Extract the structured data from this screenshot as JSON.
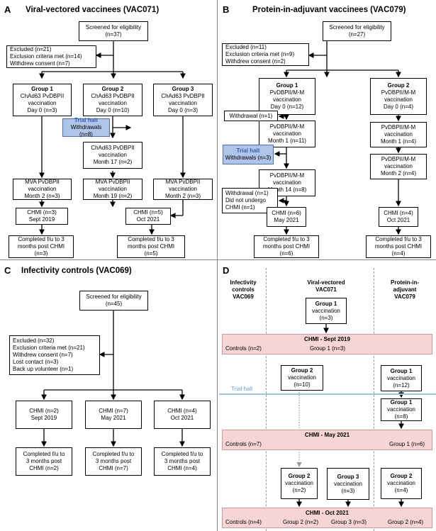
{
  "panelA": {
    "letter": "A",
    "title": "Viral-vectored vaccinees (VAC071)",
    "screened": "Screened for eligibility\n(n=37)",
    "excluded": "Excluded (n=21)\n    Exclusion criteria met (n=14)\n    Withdrew consent (n=7)",
    "g1_title": "Group 1",
    "g1_body": "ChAd63 PvDBPII\nvaccination\nDay 0 (n=3)",
    "g2_title": "Group 2",
    "g2_body": "ChAd63 PvDBPII\nvaccination\nDay 0 (n=10)",
    "g3_title": "Group 3",
    "g3_body": "ChAd63 PvDBPII\nvaccination\nDay 0 (n=3)",
    "halt_title": "Trial halt",
    "halt_body": "Withdrawals (n=8)",
    "g2_m17": "ChAd63 PvDBPII\nvaccination\nMonth 17 (n=2)",
    "g1_mva": "MVA PvDBPII\nvaccination\nMonth 2 (n=3)",
    "g2_mva": "MVA PvDBPII\nvaccination\nMonth 19 (n=2)",
    "g3_mva": "MVA PvDBPII\nvaccination\nMonth 2 (n=3)",
    "chmi1": "CHMI (n=3)\nSept 2019",
    "chmi2": "CHMI (n=5)\nOct 2021",
    "comp1": "Completed f/u to 3\nmonths post CHMI\n(n=3)",
    "comp2": "Completed f/u to 3\nmonths post CHMI\n(n=5)"
  },
  "panelB": {
    "letter": "B",
    "title": "Protein-in-adjuvant vaccinees (VAC079)",
    "screened": "Screened for eligibility\n(n=27)",
    "excluded": "Excluded (n=11)\n    Exclusion criteria met (n=9)\n    Withdrew consent (n=2)",
    "g1_title": "Group 1",
    "g1_body": "PvDBPII/M-M\nvaccination\nDay 0 (n=12)",
    "g2_title": "Group 2",
    "g2_body": "PvDBPII/M-M\nvaccination\nDay 0 (n=4)",
    "withdrawal1": "Withdrawal (n=1)",
    "g1_m1": "PvDBPII/M-M\nvaccination\nMonth 1 (n=11)",
    "g2_m1": "PvDBPII/M-M\nvaccination\nMonth 1 (n=4)",
    "halt_title": "Trial halt",
    "halt_body": "Withdrawals (n=3)",
    "g2_m2": "PvDBPII/M-M\nvaccination\nMonth 2 (n=4)",
    "g1_m14": "PvDBPII/M-M\nvaccination\nMonth 14 (n=8)",
    "withdrawal2": "Withdrawal (n=1)\nDid not undergo\nCHMI (n=1)",
    "chmi1": "CHMI (n=6)\nMay 2021",
    "chmi2": "CHMI (n=4)\nOct 2021",
    "comp1": "Completed f/u to 3\nmonths post CHMI\n(n=6)",
    "comp2": "Completed f/u to 3\nmonths post CHMI\n(n=4)"
  },
  "panelC": {
    "letter": "C",
    "title": "Infectivity controls (VAC069)",
    "screened": "Screened for eligibility\n(n=45)",
    "excluded": "Excluded (n=32)\n    Exclusion criteria met (n=21)\n    Withdrew consent (n=7)\n    Lost contact (n=3)\n    Back up volunteer (n=1)",
    "chmi1": "CHMI (n=2)\nSept 2019",
    "chmi2": "CHMI (n=7)\nMay 2021",
    "chmi3": "CHMI (n=4)\nOct 2021",
    "comp1": "Completed f/u to\n3 months post\nCHMI (n=2)",
    "comp2": "Completed f/u to\n3 months post\nCHMI (n=7)",
    "comp3": "Completed f/u to\n3 months post\nCHMI (n=4)"
  },
  "panelD": {
    "letter": "D",
    "col1": "Infectivity\ncontrols\nVAC069",
    "col2": "Viral-vectored\nVAC071",
    "col3": "Protein-in-\nadjuvant\nVAC079",
    "v1_title": "Group 1",
    "v1_body": "vaccination\n(n=3)",
    "chmi_sept_title": "CHMI - Sept 2019",
    "chmi_sept_controls": "Controls (n=2)",
    "chmi_sept_g1": "Group 1 (n=3)",
    "v2_title": "Group 2",
    "v2_body": "vaccination\n(n=10)",
    "p1_title": "Group 1",
    "p1_body": "vaccination\n(n=12)",
    "trial_halt": "Trial halt",
    "p1b_title": "Group 1",
    "p1b_body": "vaccination\n(n=8)",
    "chmi_may_title": "CHMI - May 2021",
    "chmi_may_controls": "Controls (n=7)",
    "chmi_may_g1": "Group 1 (n=6)",
    "v2b_title": "Group 2",
    "v2b_body": "vaccination\n(n=2)",
    "v3_title": "Group 3",
    "v3_body": "vaccination\n(n=3)",
    "p2_title": "Group 2",
    "p2_body": "vaccination\n(n=4)",
    "chmi_oct_title": "CHMI - Oct 2021",
    "chmi_oct_controls": "Controls (n=4)",
    "chmi_oct_g2": "Group 2 (n=2)",
    "chmi_oct_g3": "Group 3 (n=3)",
    "chmi_oct_p2": "Group 2 (n=4)"
  },
  "colors": {
    "halt_fill": "#aec4e8",
    "halt_text": "#3a5fb0",
    "chmi_fill": "#f7d5d5",
    "halt_line": "#9cc3e6"
  }
}
